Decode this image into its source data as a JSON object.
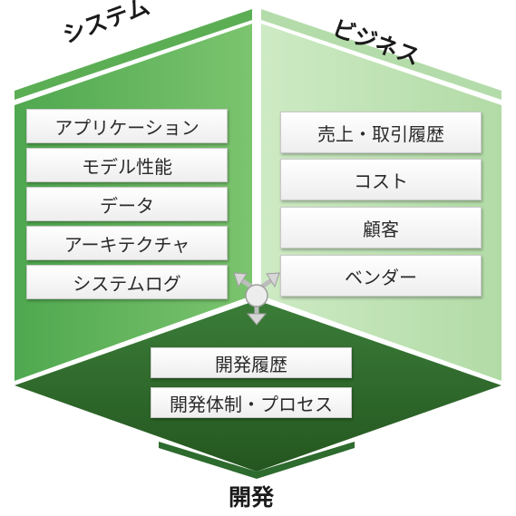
{
  "sections": {
    "system": {
      "title": "システム",
      "color": "#5cb85c",
      "items": [
        "アプリケーション",
        "モデル性能",
        "データ",
        "アーキテクチャ",
        "システムログ"
      ]
    },
    "business": {
      "title": "ビジネス",
      "color": "#b9e0b0",
      "items": [
        "売上・取引履歴",
        "コスト",
        "顧客",
        "ベンダー"
      ]
    },
    "development": {
      "title": "開発",
      "color": "#2e6b2e",
      "items": [
        "開発履歴",
        "開発体制・プロセス"
      ]
    }
  },
  "connector": {
    "icon": "three-way-arrows-icon",
    "color": "#c6c6c6"
  }
}
